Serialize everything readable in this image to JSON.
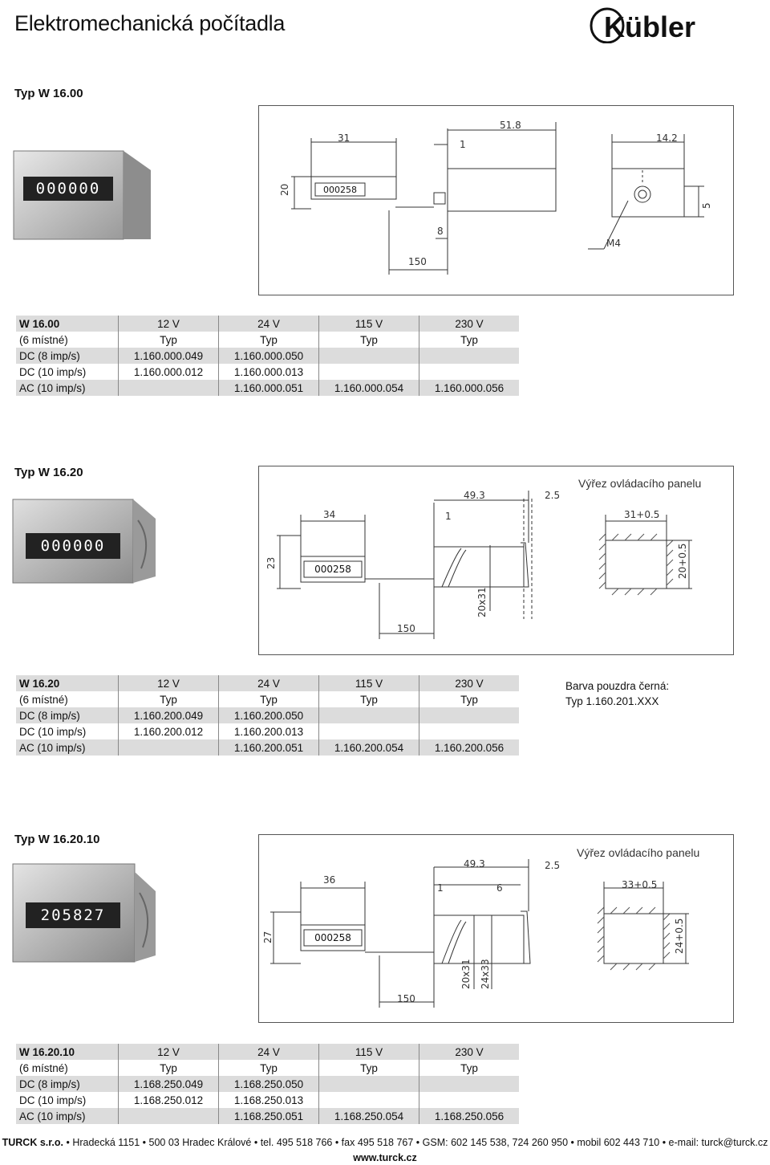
{
  "page": {
    "title": "Elektromechanická počítadla",
    "logo_text": "Kübler"
  },
  "sections": [
    {
      "title": "Typ W 16.00",
      "display_value": "000000",
      "drawing_display": "000258",
      "dimensions": [
        "31",
        "51.8",
        "1",
        "14.2",
        "20",
        "8",
        "150",
        "M4",
        "5"
      ],
      "table": {
        "header": [
          "W 16.00",
          "12 V",
          "24 V",
          "115 V",
          "230 V"
        ],
        "subheader": [
          "(6 místné)",
          "Typ",
          "Typ",
          "Typ",
          "Typ"
        ],
        "rows": [
          [
            "DC (8 imp/s)",
            "1.160.000.049",
            "1.160.000.050",
            "",
            ""
          ],
          [
            "DC (10 imp/s)",
            "1.160.000.012",
            "1.160.000.013",
            "",
            ""
          ],
          [
            "AC (10 imp/s)",
            "",
            "1.160.000.051",
            "1.160.000.054",
            "1.160.000.056"
          ]
        ]
      }
    },
    {
      "title": "Typ W 16.20",
      "display_value": "000000",
      "drawing_display": "000258",
      "panel_cutout_label": "Výřez ovládacího panelu",
      "dimensions": [
        "34",
        "49.3",
        "1",
        "2.5",
        "23",
        "20x31",
        "150",
        "31+0.5",
        "20+0.5"
      ],
      "table": {
        "header": [
          "W 16.20",
          "12 V",
          "24 V",
          "115 V",
          "230 V"
        ],
        "subheader": [
          "(6 místné)",
          "Typ",
          "Typ",
          "Typ",
          "Typ"
        ],
        "rows": [
          [
            "DC (8 imp/s)",
            "1.160.200.049",
            "1.160.200.050",
            "",
            ""
          ],
          [
            "DC (10 imp/s)",
            "1.160.200.012",
            "1.160.200.013",
            "",
            ""
          ],
          [
            "AC (10 imp/s)",
            "",
            "1.160.200.051",
            "1.160.200.054",
            "1.160.200.056"
          ]
        ]
      },
      "note": [
        "Barva pouzdra černá:",
        "Typ 1.160.201.XXX"
      ]
    },
    {
      "title": "Typ W 16.20.10",
      "display_value": "205827",
      "drawing_display": "000258",
      "panel_cutout_label": "Výřez ovládacího panelu",
      "dimensions": [
        "36",
        "49.3",
        "1",
        "6",
        "2.5",
        "27",
        "20x31",
        "24x33",
        "150",
        "33+0.5",
        "24+0.5"
      ],
      "table": {
        "header": [
          "W 16.20.10",
          "12 V",
          "24 V",
          "115 V",
          "230 V"
        ],
        "subheader": [
          "(6 místné)",
          "Typ",
          "Typ",
          "Typ",
          "Typ"
        ],
        "rows": [
          [
            "DC (8 imp/s)",
            "1.168.250.049",
            "1.168.250.050",
            "",
            ""
          ],
          [
            "DC (10 imp/s)",
            "1.168.250.012",
            "1.168.250.013",
            "",
            ""
          ],
          [
            "AC (10 imp/s)",
            "",
            "1.168.250.051",
            "1.168.250.054",
            "1.168.250.056"
          ]
        ]
      }
    }
  ],
  "footer": {
    "company": "TURCK s.r.o.",
    "address": " • Hradecká 1151 • 500 03 Hradec Králové • tel. 495 518 766 • fax 495 518 767 • GSM: 602 145 538, 724 260 950 • mobil 602 443 710 • e-mail: turck@turck.cz",
    "web": "www.turck.cz"
  }
}
